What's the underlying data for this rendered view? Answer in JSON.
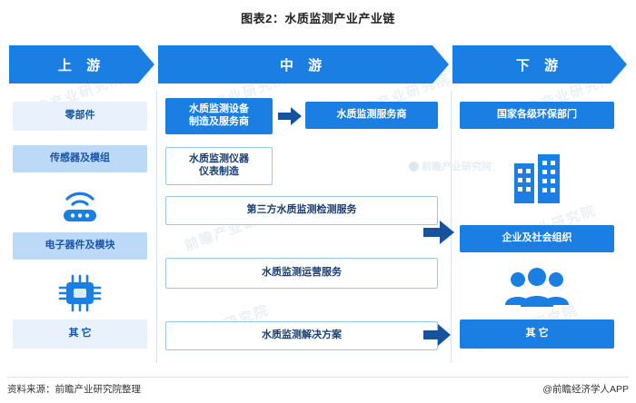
{
  "title": "图表2：水质监测产业产业链",
  "band": {
    "upstream": "上 游",
    "midstream": "中  游",
    "downstream": "下  游"
  },
  "upstream": {
    "items": [
      {
        "label": "零部件",
        "style": "pale"
      },
      {
        "label": "传感器及模组",
        "style": "soft"
      },
      {
        "label": "电子器件及模块",
        "style": "soft"
      },
      {
        "label": "其 它",
        "style": "pale"
      }
    ],
    "icons": [
      "wifi-sensor-icon",
      "chip-icon"
    ]
  },
  "midstream": {
    "items": [
      {
        "label": "水质监测设备\n制造及服务商",
        "style": "solid"
      },
      {
        "label": "水质监测仪器\n仪表制造",
        "style": "outline"
      },
      {
        "label": "第三方水质监测检测服务",
        "style": "outline"
      },
      {
        "label": "水质监测运营服务",
        "style": "outline"
      },
      {
        "label": "水质监测解决方案",
        "style": "outline"
      }
    ],
    "service_provider": "水质监测服务商"
  },
  "downstream": {
    "items": [
      {
        "label": "国家各级环保部门",
        "style": "solid"
      },
      {
        "label": "企业及社会组织",
        "style": "solid"
      },
      {
        "label": "其 它",
        "style": "solid"
      }
    ],
    "icons": [
      "buildings-icon",
      "people-icon"
    ]
  },
  "watermarks": {
    "text": "前瞻产业研究院",
    "brand": "前瞻产业研究院"
  },
  "footer": {
    "source": "资料来源：前瞻产业研究院整理",
    "credit": "@前瞻经济学人APP"
  },
  "colors": {
    "accent": "#1a7ee3",
    "soft": "#bcd9f7",
    "pale": "#e8f1fc",
    "outline_border": "#9cc5ee"
  }
}
